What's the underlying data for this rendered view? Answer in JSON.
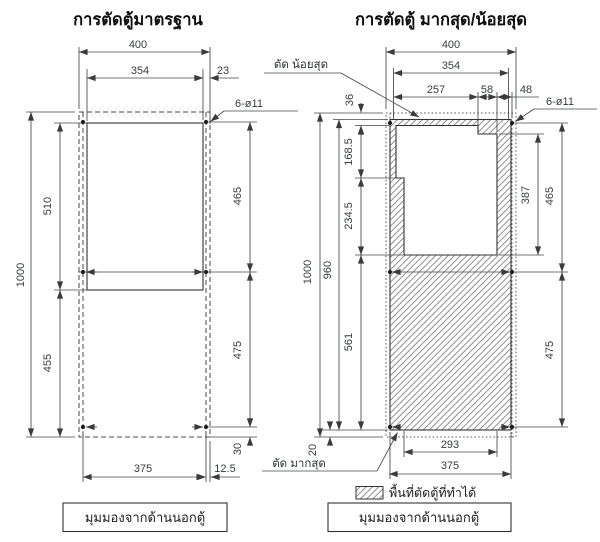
{
  "left_panel": {
    "title": "การตัดตู้มาตรฐาน",
    "hole_note": "6-ø11",
    "footer": "มุมมองจากด้านนอกตู้",
    "dims": {
      "outer_width": "400",
      "cutout_width": "354",
      "side_margin": "23",
      "outer_height": "1000",
      "cutout_height": "510",
      "below_cutout": "455",
      "holes_upper_span": "465",
      "holes_lower_span": "475",
      "hole_bottom_offset": "30",
      "holes_width_span": "375",
      "hole_side_offset": "12.5"
    }
  },
  "right_panel": {
    "title": "การตัดตู้ มากสุด/น้อยสุด",
    "hole_note": "6-ø11",
    "footer": "มุมมองจากด้านนอกตู้",
    "labels": {
      "min_cut": "ตัด น้อยสุด",
      "max_cut": "ตัด มากสุด",
      "legend": "พื้นที่ตัดตู้ที่ทำได้"
    },
    "dims": {
      "outer_width": "400",
      "cutout_width": "354",
      "top_seg_left": "257",
      "top_notch": "58",
      "top_seg_right": "48",
      "min_cut_top": "36",
      "outer_height": "1000",
      "max_cut_height": "960",
      "left_seg_upper": "168.5",
      "left_seg_mid": "234.5",
      "left_seg_lower": "561",
      "bottom_margin": "20",
      "right_inner_height": "387",
      "holes_upper_span": "465",
      "holes_lower_span": "475",
      "bottom_inner_width": "293",
      "holes_width_span": "375"
    }
  },
  "colors": {
    "line": "#3b3b3b",
    "dim_text": "#383c42",
    "cutout_fill": "#e9e9e9",
    "hatch_line": "#6d6d6d"
  }
}
